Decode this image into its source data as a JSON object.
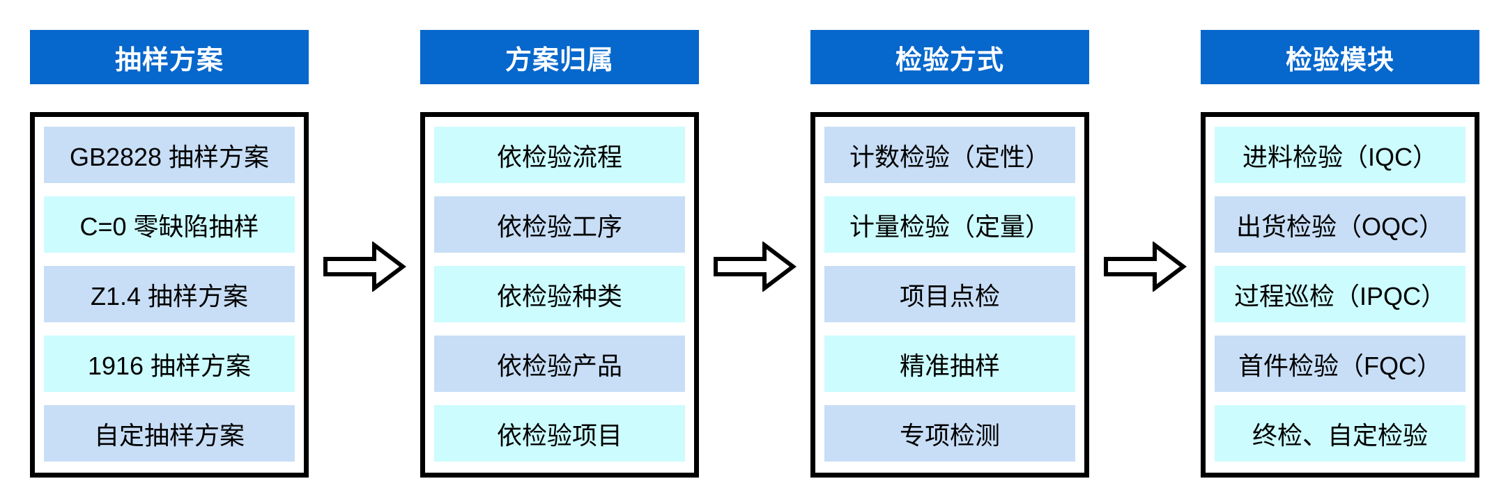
{
  "colors": {
    "background": "#FFFFFF",
    "header_bg": "#0667CC",
    "header_text": "#FFFFFF",
    "item_text": "#000000",
    "tone_blue": "#C8DEF6",
    "tone_cyan": "#CCFCFD",
    "box_border": "#000000",
    "arrow_fill": "#FFFFFF",
    "arrow_stroke": "#000000"
  },
  "flow_arrow": {
    "icon": "right-block-arrow",
    "count": 3
  },
  "columns": [
    {
      "id": "sampling-plan",
      "title": "抽样方案",
      "items": [
        {
          "label": "GB2828 抽样方案",
          "tone": "blue"
        },
        {
          "label": "C=0 零缺陷抽样",
          "tone": "cyan"
        },
        {
          "label": "Z1.4 抽样方案",
          "tone": "blue"
        },
        {
          "label": "1916 抽样方案",
          "tone": "cyan"
        },
        {
          "label": "自定抽样方案",
          "tone": "blue"
        }
      ]
    },
    {
      "id": "plan-category",
      "title": "方案归属",
      "items": [
        {
          "label": "依检验流程",
          "tone": "cyan"
        },
        {
          "label": "依检验工序",
          "tone": "blue"
        },
        {
          "label": "依检验种类",
          "tone": "cyan"
        },
        {
          "label": "依检验产品",
          "tone": "blue"
        },
        {
          "label": "依检验项目",
          "tone": "cyan"
        }
      ]
    },
    {
      "id": "inspection-method",
      "title": "检验方式",
      "items": [
        {
          "label": "计数检验（定性）",
          "tone": "blue"
        },
        {
          "label": "计量检验（定量）",
          "tone": "cyan"
        },
        {
          "label": "项目点检",
          "tone": "blue"
        },
        {
          "label": "精准抽样",
          "tone": "cyan"
        },
        {
          "label": "专项检测",
          "tone": "blue"
        }
      ]
    },
    {
      "id": "inspection-module",
      "title": "检验模块",
      "items": [
        {
          "label": "进料检验（IQC）",
          "tone": "cyan"
        },
        {
          "label": "出货检验（OQC）",
          "tone": "blue"
        },
        {
          "label": "过程巡检（IPQC）",
          "tone": "cyan"
        },
        {
          "label": "首件检验（FQC）",
          "tone": "blue"
        },
        {
          "label": "终检、自定检验",
          "tone": "cyan"
        }
      ]
    }
  ]
}
